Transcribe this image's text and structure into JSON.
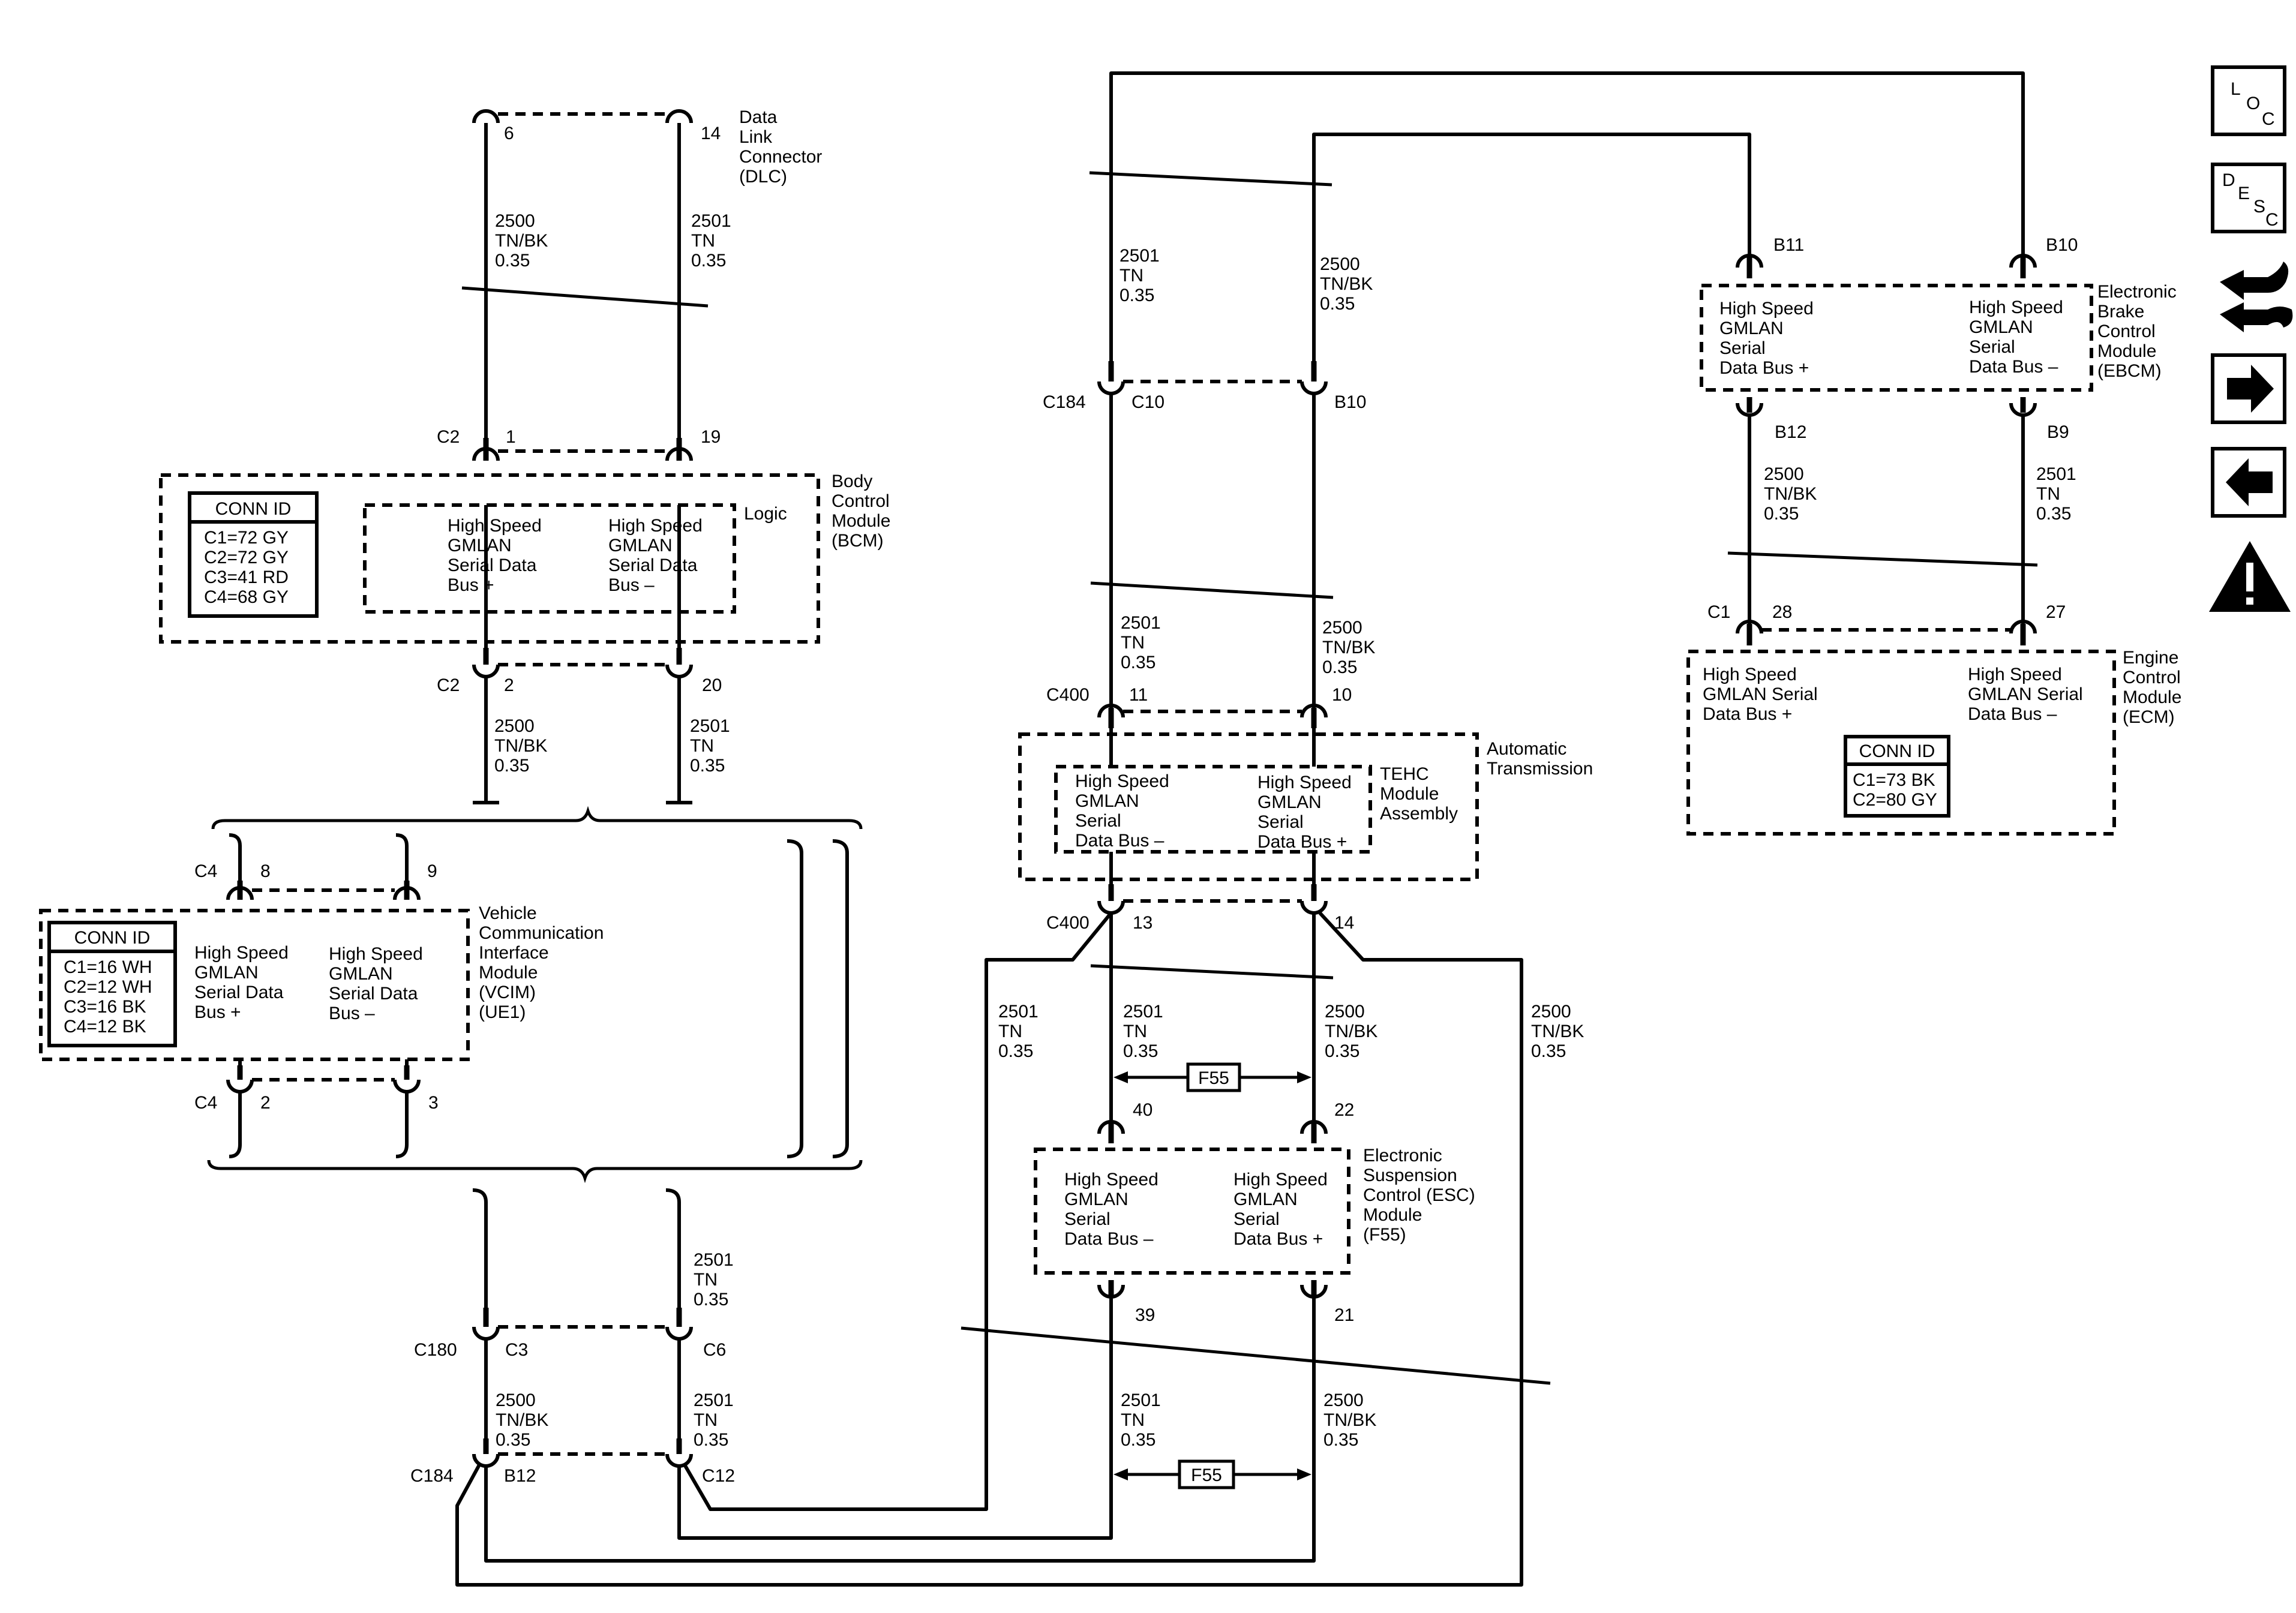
{
  "dlc": {
    "name": [
      "Data",
      "Link",
      "Connector",
      "(DLC)"
    ],
    "pin_a": "6",
    "pin_b": "14",
    "wire_a": [
      "2500",
      "TN/BK",
      "0.35"
    ],
    "wire_b": [
      "2501",
      "TN",
      "0.35"
    ]
  },
  "bcm": {
    "name": [
      "Body",
      "Control",
      "Module",
      "(BCM)"
    ],
    "logic_label": "Logic",
    "conn_id_title": "CONN ID",
    "conn_ids": [
      "C1=72 GY",
      "C2=72 GY",
      "C3=41 RD",
      "C4=68 GY"
    ],
    "left_func": [
      "High Speed",
      "GMLAN",
      "Serial Data",
      "Bus +"
    ],
    "right_func": [
      "High Speed",
      "GMLAN",
      "Serial Data",
      "Bus –"
    ],
    "top_conn": "C2",
    "top_pin_a": "1",
    "top_pin_b": "19",
    "bottom_conn": "C2",
    "bottom_pin_a": "2",
    "bottom_pin_b": "20",
    "wire_a": [
      "2500",
      "TN/BK",
      "0.35"
    ],
    "wire_b": [
      "2501",
      "TN",
      "0.35"
    ]
  },
  "vcim": {
    "name": [
      "Vehicle",
      "Communication",
      "Interface",
      "Module",
      "(VCIM)",
      "(UE1)"
    ],
    "conn_id_title": "CONN ID",
    "conn_ids": [
      "C1=16 WH",
      "C2=12 WH",
      "C3=16 BK",
      "C4=12 BK"
    ],
    "left_func": [
      "High Speed",
      "GMLAN",
      "Serial Data",
      "Bus +"
    ],
    "right_func": [
      "High Speed",
      "GMLAN",
      "Serial Data",
      "Bus –"
    ],
    "top_conn": "C4",
    "top_pin_a": "8",
    "top_pin_b": "9",
    "bottom_conn": "C4",
    "bottom_pin_a": "2",
    "bottom_pin_b": "3"
  },
  "lower_left": {
    "wire_b_top": [
      "2501",
      "TN",
      "0.35"
    ],
    "c180": "C180",
    "c180_pin_a": "C3",
    "c180_pin_b": "C6",
    "wire_a_mid": [
      "2500",
      "TN/BK",
      "0.35"
    ],
    "wire_b_mid": [
      "2501",
      "TN",
      "0.35"
    ],
    "c184": "C184",
    "c184_pin_a": "B12",
    "c184_pin_b": "C12"
  },
  "center": {
    "wire_left_top": [
      "2501",
      "TN",
      "0.35"
    ],
    "wire_right_top": [
      "2500",
      "TN/BK",
      "0.35"
    ],
    "c184": "C184",
    "c184_pin_a": "C10",
    "c184_pin_b": "B10",
    "wire_left_mid": [
      "2501",
      "TN",
      "0.35"
    ],
    "wire_right_mid": [
      "2500",
      "TN/BK",
      "0.35"
    ],
    "c400_top": "C400",
    "c400_top_pin_a": "11",
    "c400_top_pin_b": "10",
    "c400_bottom": "C400",
    "c400_bottom_pin_a": "13",
    "c400_bottom_pin_b": "14"
  },
  "tehc": {
    "outer_name": [
      "Automatic",
      "Transmission"
    ],
    "inner_name": [
      "TEHC",
      "Module",
      "Assembly"
    ],
    "left_func": [
      "High Speed",
      "GMLAN",
      "Serial",
      "Data  Bus –"
    ],
    "right_func": [
      "High Speed",
      "GMLAN",
      "Serial",
      "Data Bus +"
    ]
  },
  "esc": {
    "name": [
      "Electronic",
      "Suspension",
      "Control (ESC)",
      "Module",
      "(F55)"
    ],
    "left_func": [
      "High Speed",
      "GMLAN",
      "Serial",
      "Data Bus –"
    ],
    "right_func": [
      "High Speed",
      "GMLAN",
      "Serial",
      "Data Bus +"
    ],
    "pin_top_a": "40",
    "pin_top_b": "22",
    "pin_bottom_a": "39",
    "pin_bottom_b": "21",
    "option_top": "F55",
    "option_bottom": "F55",
    "wire_outer_left": [
      "2501",
      "TN",
      "0.35"
    ],
    "wire_inner_left": [
      "2501",
      "TN",
      "0.35"
    ],
    "wire_inner_right": [
      "2500",
      "TN/BK",
      "0.35"
    ],
    "wire_outer_right": [
      "2500",
      "TN/BK",
      "0.35"
    ],
    "wire_bottom_left": [
      "2501",
      "TN",
      "0.35"
    ],
    "wire_bottom_right": [
      "2500",
      "TN/BK",
      "0.35"
    ]
  },
  "ebcm": {
    "name": [
      "Electronic",
      "Brake",
      "Control",
      "Module",
      "(EBCM)"
    ],
    "left_func": [
      "High Speed",
      "GMLAN",
      "Serial",
      "Data Bus +"
    ],
    "right_func": [
      "High Speed",
      "GMLAN",
      "Serial",
      "Data Bus –"
    ],
    "pin_top_a": "B11",
    "pin_top_b": "B10",
    "pin_bottom_a": "B12",
    "pin_bottom_b": "B9",
    "wire_a": [
      "2500",
      "TN/BK",
      "0.35"
    ],
    "wire_b": [
      "2501",
      "TN",
      "0.35"
    ]
  },
  "ecm": {
    "name": [
      "Engine",
      "Control",
      "Module",
      "(ECM)"
    ],
    "conn": "C1",
    "pin_a": "28",
    "pin_b": "27",
    "left_func": [
      "High Speed",
      "GMLAN Serial",
      "Data Bus +"
    ],
    "right_func": [
      "High Speed",
      "GMLAN Serial",
      "Data Bus –"
    ],
    "conn_id_title": "CONN ID",
    "conn_ids": [
      "C1=73 BK",
      "C2=80 GY"
    ]
  },
  "nav": {
    "loc": [
      "L",
      "O",
      "C"
    ],
    "desc": [
      "D",
      "E",
      "S",
      "C"
    ],
    "icons": [
      "loc-icon",
      "desc-icon",
      "connector-icon",
      "next-arrow-icon",
      "back-arrow-icon",
      "warning-icon"
    ]
  }
}
